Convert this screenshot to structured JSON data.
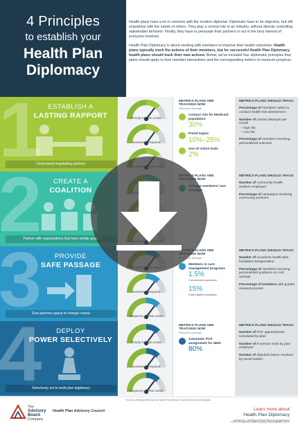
{
  "header": {
    "title_line1": "4 Principles",
    "title_line2": "to establish your",
    "title_line3": "Health Plan",
    "title_line4": "Diplomacy",
    "intro_p1": "Health plans have a lot in common with the modern diplomat. Diplomats have to be objective, but still empathize with the needs of others. They play a central role in an industry, without directly controlling stakeholder behavior. Finally, they have to persuade their partners to act in the best interest of everyone involved.",
    "intro_p2_a": "Health Plan Diplomacy is about working with members to improve their health outcomes. ",
    "intro_p2_b": "Health plans typically track the actions of their members, but for successful Health Plan Diplomacy, health plans should track their own actions.",
    "intro_p2_c": " Below, we've included four diplomatic principles that plans should apply to their member interactions and the corresponding metrics to measure progress."
  },
  "gauge_labels": {
    "priority": "Priority for Plan Action",
    "investment": "Investment Required",
    "frequency": "Frequency of Plan Action"
  },
  "sections": [
    {
      "number": "1",
      "head1": "ESTABLISH A",
      "head2": "LASTING RAPPORT",
      "caption": "Understand negotiating partners",
      "color": "#a3c83b",
      "now_title": "METRICS PLANS ARE TRACKING NOW",
      "now_sub": "Research Average",
      "metrics": [
        {
          "label": "Contact rate for Medicaid population",
          "value": "30%",
          "sub": ""
        },
        {
          "label": "Portal logins",
          "value": "10%–25%",
          "sub": ""
        },
        {
          "label": "Use of online tools",
          "value": "2%",
          "sub": ""
        }
      ],
      "track_title": "METRICS PLANS SHOULD TRACK",
      "track": [
        {
          "bold": "Percentage of",
          "text": " members called to conduct health risk assessment"
        },
        {
          "bold": "Number of",
          "text": " contact attempts per month",
          "subs": [
            "– High risk",
            "– Low risk"
          ]
        },
        {
          "bold": "Percentage of",
          "text": " members receiving personalized outreach"
        }
      ]
    },
    {
      "number": "2",
      "head1": "CREATE A",
      "head2": "COALITION",
      "caption": "Partner with organizations that have similar goals",
      "color": "#3bbfa8",
      "now_title": "METRICS PLANS ARE TRACKING NOW",
      "now_sub": "",
      "metrics": [
        {
          "label": "Average members/ care manager",
          "value": "",
          "sub": ""
        }
      ],
      "track_title": "METRICS PLANS SHOULD TRACK",
      "track": [
        {
          "bold": "Number of",
          "text": " community health workers employed"
        },
        {
          "bold": "Percentage of",
          "text": " campaigns involving community partners"
        }
      ]
    },
    {
      "number": "3",
      "head1": "PROVIDE",
      "head2": "SAFE PASSAGE",
      "caption": "Give partners space to change course",
      "color": "#2d97c8",
      "now_title": "METRICS PLANS ARE TRACKING NOW",
      "now_sub": "Research Average",
      "metrics": [
        {
          "label": "Members in care management programs",
          "value": "1.5%",
          "sub": "Commercial population"
        },
        {
          "label": "",
          "value": "15%",
          "sub": "Dual-eligible population"
        }
      ],
      "track_title": "METRICS PLANS SHOULD TRACK",
      "track": [
        {
          "bold": "Number of",
          "text": " occasions health plan facilitates transportation"
        },
        {
          "bold": "Percentage of",
          "text": " members receiving personalized guidance on cost savings"
        },
        {
          "bold": "Percentage of members",
          "text": " with guided renewal process"
        }
      ]
    },
    {
      "number": "4",
      "head1": "DEPLOY",
      "head2": "POWER SELECTIVELY",
      "caption": "Selectively act to build plan legitimacy",
      "color": "#1f6a99",
      "now_title": "METRICS PLANS ARE TRACKING NOW",
      "now_sub": "Research Average",
      "metrics": [
        {
          "label": "Automatic PCP assignment for HMO",
          "value": "80%",
          "sub": ""
        }
      ],
      "track_title": "METRICS PLANS SHOULD TRACK",
      "track": [
        {
          "bold": "Number of",
          "text": " PCP appointments scheduled by plan"
        },
        {
          "bold": "Number of",
          "text": " in-person visits by plan employee"
        },
        {
          "bold": "Number of",
          "text": " disputed claims resolved by social worker"
        }
      ]
    }
  ],
  "footer": {
    "footnote": "* Source is findings determined by Health Plan Advisory Council interviews and analysis.",
    "logo_line1": "The",
    "logo_line2": "Advisory",
    "logo_line3": "Board",
    "logo_line4": "Company",
    "council": "Health Plan Advisory Council",
    "learn1": "Learn more about",
    "learn2": "Health Plan Diplomacy",
    "learn3": "advisory.com/hpac/memberengagement",
    "copyright": "©2014 The Advisory Board Company  •  advisory.com  •  29131"
  },
  "colors": {
    "navy": "#1f3a4d",
    "green": "#a3c83b",
    "teal": "#3bbfa8",
    "blue": "#2d97c8",
    "darkblue": "#1f6a99"
  },
  "icons": [
    "phone-icon",
    "laptop-icon",
    "handshake-icon",
    "people-icon",
    "door-arrow-icon",
    "chess-pawn-icon",
    "download-arrow-icon"
  ]
}
